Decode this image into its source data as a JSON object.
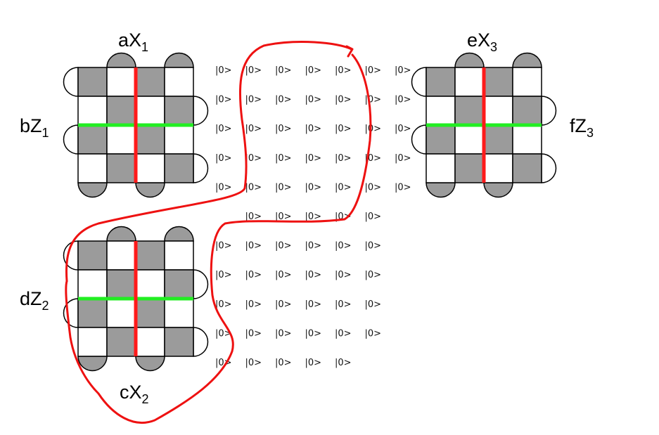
{
  "patches": [
    {
      "id": "patch-1",
      "x_label": {
        "main": "aX",
        "sub": "1"
      },
      "z_label": {
        "main": "bZ",
        "sub": "1"
      }
    },
    {
      "id": "patch-2",
      "x_label": {
        "main": "cX",
        "sub": "2"
      },
      "z_label": {
        "main": "dZ",
        "sub": "2"
      }
    },
    {
      "id": "patch-3",
      "x_label": {
        "main": "eX",
        "sub": "3"
      },
      "z_label": {
        "main": "fZ",
        "sub": "3"
      }
    }
  ],
  "ket_symbol": "|0>",
  "ket_row_counts": [
    7,
    7,
    7,
    7,
    7,
    5,
    6,
    6,
    6,
    6,
    5
  ],
  "colors": {
    "dark_cell": "#9b9b9b",
    "light_cell": "#ffffff",
    "x_logical": "#ff1a1a",
    "z_logical": "#22ee22",
    "selection_outline": "#ee1111"
  }
}
